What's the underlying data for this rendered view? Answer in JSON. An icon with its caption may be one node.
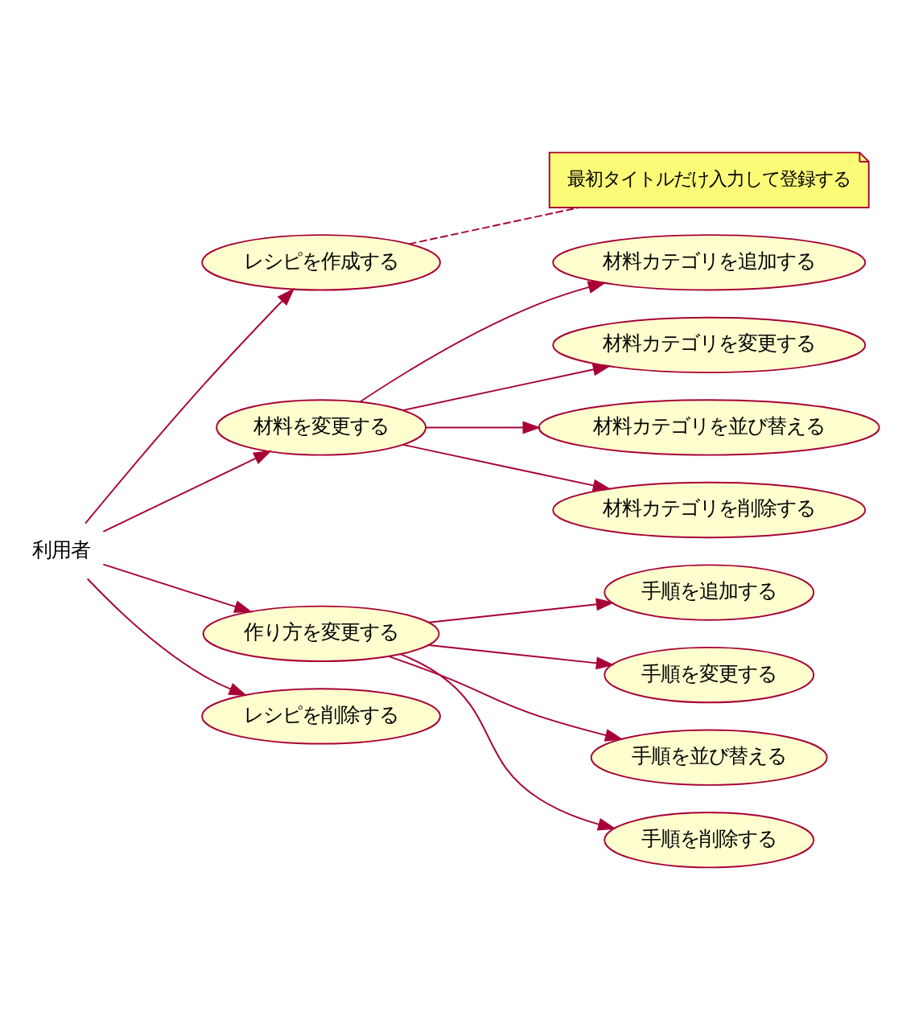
{
  "diagram": {
    "nodes": [
      {
        "text": [
          "利用者"
        ]
      },
      {
        "text": [
          "レシピを作成する"
        ]
      },
      {
        "text": [
          "最初タイトルだけ入力して登録する"
        ]
      },
      {
        "text": [
          "材料を変更する"
        ]
      },
      {
        "text": [
          "材料カテゴリを追加する"
        ]
      },
      {
        "text": [
          "材料カテゴリを変更する"
        ]
      },
      {
        "text": [
          "材料カテゴリを並び替える"
        ]
      },
      {
        "text": [
          "材料カテゴリを削除する"
        ]
      },
      {
        "text": [
          "作り方を変更する"
        ]
      },
      {
        "text": [
          "手順を追加する"
        ]
      },
      {
        "text": [
          "手順を変更する"
        ]
      },
      {
        "text": [
          "手順を並び替える"
        ]
      },
      {
        "text": [
          "手順を削除する"
        ]
      },
      {
        "text": [
          "レシピを削除する"
        ]
      }
    ],
    "edges": [
      {
        "from": 0,
        "to": 1,
        "arrow": "to"
      },
      {
        "from": 1,
        "to": 2,
        "arrow": "none",
        "style": "dashed"
      },
      {
        "from": 0,
        "to": 3,
        "arrow": "to"
      },
      {
        "from": 3,
        "to": 4,
        "arrow": "to"
      },
      {
        "from": 3,
        "to": 5,
        "arrow": "to"
      },
      {
        "from": 3,
        "to": 6,
        "arrow": "to"
      },
      {
        "from": 3,
        "to": 7,
        "arrow": "to"
      },
      {
        "from": 0,
        "to": 8,
        "arrow": "to"
      },
      {
        "from": 8,
        "to": 9,
        "arrow": "to"
      },
      {
        "from": 8,
        "to": 10,
        "arrow": "to"
      },
      {
        "from": 8,
        "to": 11,
        "arrow": "to"
      },
      {
        "from": 8,
        "to": 12,
        "arrow": "to"
      },
      {
        "from": 0,
        "to": 13,
        "arrow": "to"
      }
    ]
  }
}
